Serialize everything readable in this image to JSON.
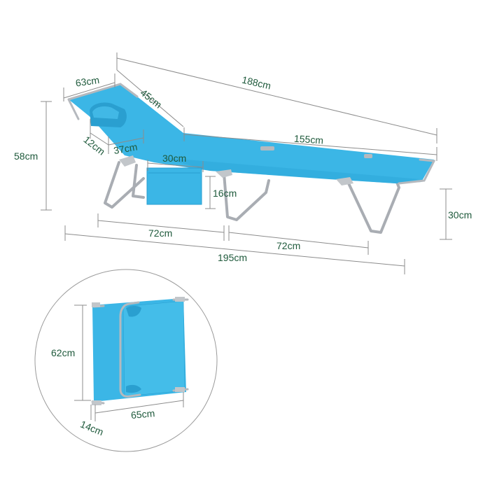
{
  "diagram": {
    "subject": "Folding sun lounger with head pillow and side pocket",
    "colors": {
      "fabric": "#3bb6e6",
      "fabric_dark": "#2a9fd0",
      "frame": "#a9adb3",
      "dimension_text": "#1f5a3c",
      "dimension_line": "#8c8c8c",
      "background": "#ffffff"
    },
    "unfolded_view": {
      "dimensions": {
        "total_length_top": "188cm",
        "head_width": "63cm",
        "backrest_length": "45cm",
        "seat_length": "155cm",
        "pillow_width": "37cm",
        "pillow_height": "12cm",
        "pocket_width": "30cm",
        "pocket_height": "16cm",
        "backrest_height": "58cm",
        "seat_height": "30cm",
        "leg_span_left": "72cm",
        "leg_span_right": "72cm",
        "total_length_bottom": "195cm"
      }
    },
    "folded_view": {
      "dimensions": {
        "height": "62cm",
        "width": "65cm",
        "depth": "14cm"
      }
    }
  }
}
